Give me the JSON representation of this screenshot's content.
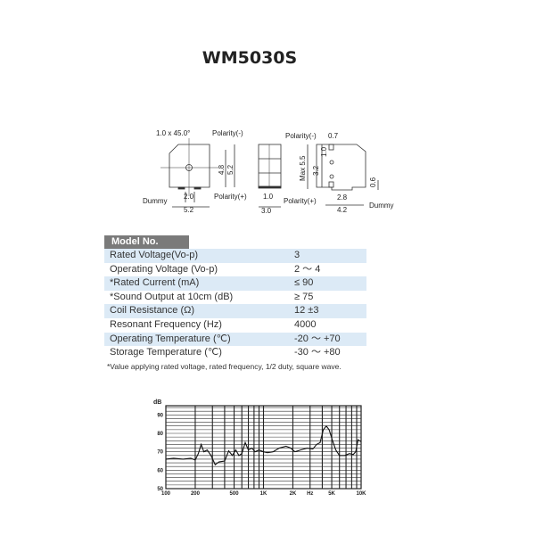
{
  "title": "WM5030S",
  "drawing": {
    "labels": [
      "1.0 x 45.0°",
      "Polarity(-)",
      "4.8",
      "5.2",
      "Dummy",
      "2.0",
      "5.2",
      "Polarity(+)",
      "1.0",
      "3.0",
      "Polarity(-)",
      "0.7",
      "Max 5.5",
      "3.2",
      "1.0",
      "0.6",
      "Polarity(+)",
      "2.8",
      "4.2",
      "Dummy"
    ]
  },
  "spec": {
    "header": "Model No.",
    "rows": [
      {
        "k": "Rated Voltage(Vo-p)",
        "v": "3"
      },
      {
        "k": "Operating Voltage (Vo-p)",
        "v": "2 ～ 4"
      },
      {
        "k": "*Rated Current (mA)",
        "v": "≤ 90"
      },
      {
        "k": "*Sound Output at 10cm (dB)",
        "v": "≥ 75"
      },
      {
        "k": "Coil Resistance (Ω)",
        "v": "12 ±3"
      },
      {
        "k": "Resonant Frequency (Hz)",
        "v": "4000"
      },
      {
        "k": "Operating Temperature (℃)",
        "v": "-20 ～ +70"
      },
      {
        "k": "Storage Temperature (℃)",
        "v": "-30 ～ +80"
      }
    ],
    "note": "*Value applying rated voltage, rated frequency, 1/2 duty, square wave."
  },
  "chart_data": {
    "type": "line",
    "ylabel": "dB",
    "xlabel": "",
    "xscale": "log",
    "xlim": [
      100,
      10000
    ],
    "ylim": [
      50,
      95
    ],
    "grid": true,
    "x_ticks": [
      {
        "v": 100,
        "t": "100"
      },
      {
        "v": 200,
        "t": "200"
      },
      {
        "v": 500,
        "t": "500"
      },
      {
        "v": 1000,
        "t": "1K"
      },
      {
        "v": 2000,
        "t": "2K"
      },
      {
        "v": 3000,
        "t": "Hz"
      },
      {
        "v": 5000,
        "t": "5K"
      },
      {
        "v": 10000,
        "t": "10K"
      }
    ],
    "y_ticks": [
      50,
      60,
      70,
      80,
      90
    ],
    "x": [
      100,
      120,
      150,
      180,
      200,
      215,
      230,
      245,
      265,
      290,
      320,
      350,
      400,
      440,
      480,
      520,
      560,
      600,
      650,
      700,
      760,
      820,
      900,
      1000,
      1100,
      1250,
      1450,
      1700,
      1900,
      2100,
      2400,
      2800,
      3200,
      3500,
      3800,
      4100,
      4400,
      4700,
      5100,
      5500,
      6000,
      6800,
      7600,
      8300,
      8800,
      9300,
      10000
    ],
    "y": [
      66,
      66.5,
      66,
      66.5,
      65.5,
      69,
      74,
      70,
      71,
      68,
      63,
      64.5,
      65,
      70.5,
      68,
      71,
      68,
      69,
      75,
      71,
      72,
      70,
      71,
      70,
      69.5,
      70,
      72,
      73,
      72,
      70,
      71,
      72,
      71.5,
      74,
      75,
      82,
      84,
      82,
      76,
      71,
      68,
      68,
      69,
      68.5,
      70,
      76.5,
      75.5
    ]
  }
}
